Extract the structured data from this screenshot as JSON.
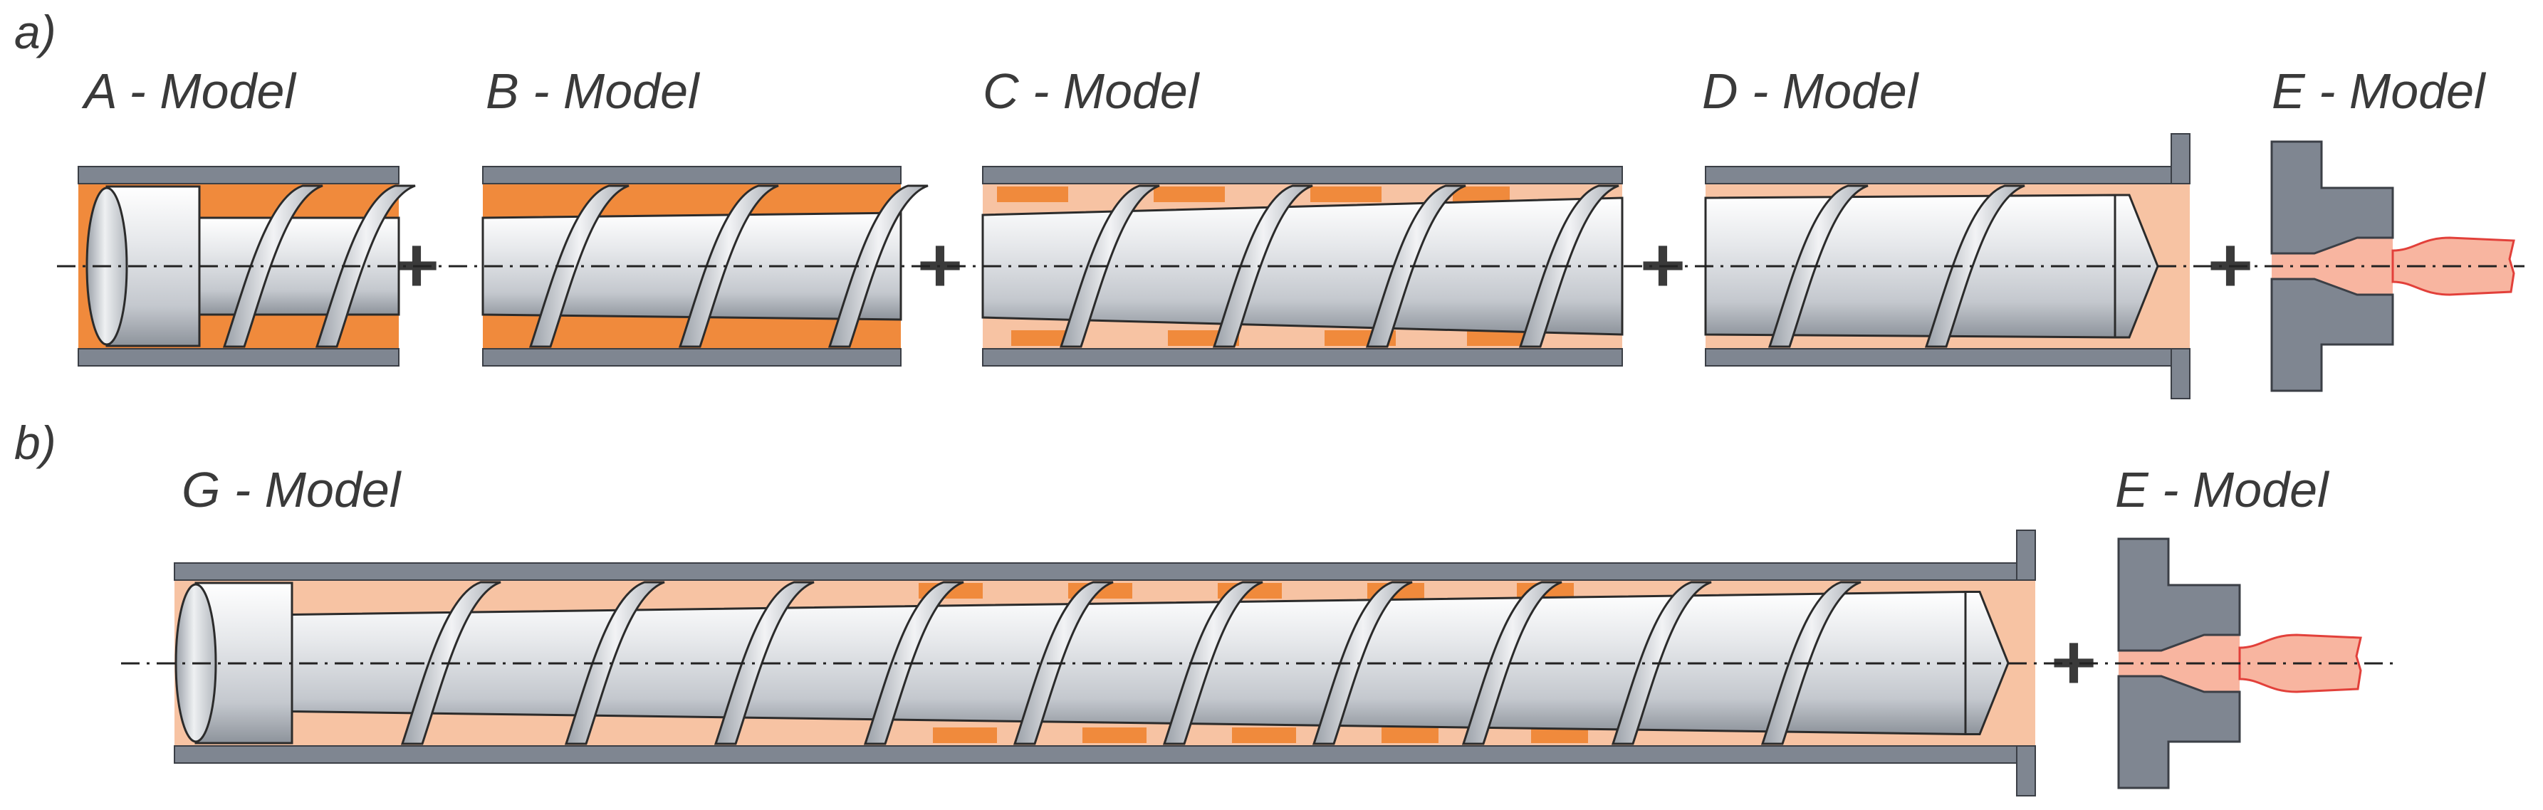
{
  "panels": {
    "a": {
      "label": "a)",
      "models": [
        {
          "name": "A - Model"
        },
        {
          "name": "B - Model"
        },
        {
          "name": "C - Model"
        },
        {
          "name": "D - Model"
        },
        {
          "name": "E - Model"
        }
      ]
    },
    "b": {
      "label": "b)",
      "models": [
        {
          "name": "G - Model"
        },
        {
          "name": "E - Model"
        }
      ]
    }
  },
  "operator": "+",
  "colors": {
    "barrel": "#7f8691",
    "barrel_edge": "#3b3f46",
    "melt_solid": "#f08a3c",
    "melt_light": "#f7c3a3",
    "screw_shaft": "#dcdee2",
    "screw_highlight": "#f4f5f7",
    "screw_shadow": "#9ea3ab",
    "outline": "#2b2b2b",
    "extrudate": "#f8b5a0",
    "extrudate_edge": "#e2403a"
  }
}
